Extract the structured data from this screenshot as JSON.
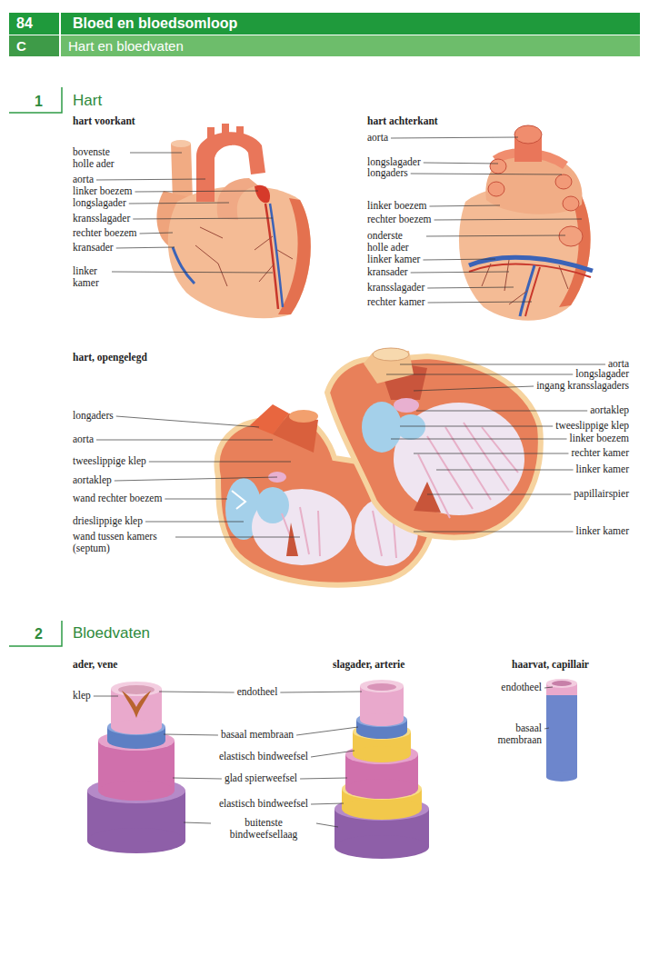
{
  "diagram": {
    "title": "Bloed en bloedsomloop",
    "nodes": [
      {
        "text": [
          "84"
        ]
      },
      {
        "text": [
          "C"
        ]
      },
      {
        "text": [
          "Hart en bloedvaten"
        ]
      }
    ],
    "labels": [
      "1",
      "Hart",
      "hart voorkant",
      "bovenste holle ader",
      "aorta",
      "linker boezem",
      "longslagader",
      "kransslagader",
      "rechter boezem",
      "kransader",
      "linker kamer",
      "hart achterkant",
      "aorta",
      "longslagader",
      "longaders",
      "linker boezem",
      "rechter boezem",
      "onderste holle ader",
      "linker kamer",
      "kransader",
      "kransslagader",
      "rechter kamer",
      "hart, opengelegd",
      "aorta",
      "longslagader",
      "ingang kransslagaders",
      "aortaklep",
      "longaders",
      "tweeslippige klep",
      "linker boezem",
      "aorta",
      "rechter kamer",
      "tweeslippige klep",
      "linker kamer",
      "aortaklep",
      "papillairspier",
      "wand rechter boezem",
      "drieslippige klep",
      "linker kamer",
      "wand tussen kamers (septum)",
      "2",
      "Bloedvaten",
      "ader, vene",
      "slagader, arterie",
      "haarvat, capillair",
      "klep",
      "endotheel",
      "endotheel",
      "basaal membraan",
      "basaal membraan",
      "elastisch bindweefsel",
      "glad spierweefsel",
      "elastisch bindweefsel",
      "buitenste bindweefsellaag"
    ]
  }
}
